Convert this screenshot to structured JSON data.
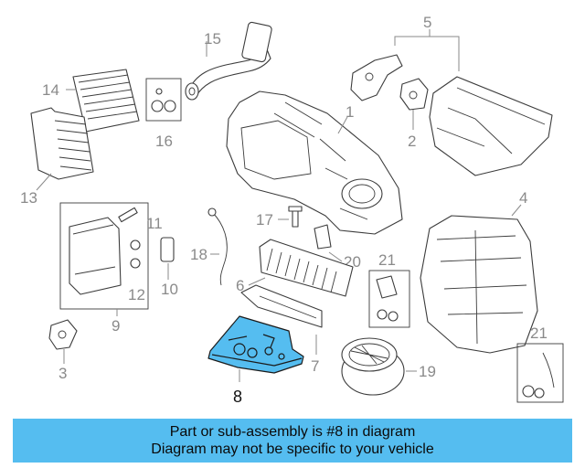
{
  "diagram": {
    "highlight_color": "#55bdf0",
    "highlighted_callout": "8",
    "callouts": {
      "c1": "1",
      "c2": "2",
      "c3": "3",
      "c4": "4",
      "c5": "5",
      "c6": "6",
      "c7": "7",
      "c8": "8",
      "c9": "9",
      "c10": "10",
      "c11": "11",
      "c12": "12",
      "c13": "13",
      "c14": "14",
      "c15": "15",
      "c16": "16",
      "c17": "17",
      "c18": "18",
      "c19": "19",
      "c20": "20",
      "c21a": "21",
      "c21b": "21"
    }
  },
  "banner": {
    "line1": "Part or sub-assembly is #8 in diagram",
    "line2": "Diagram may not be specific to your vehicle",
    "background": "#55bdf0"
  }
}
